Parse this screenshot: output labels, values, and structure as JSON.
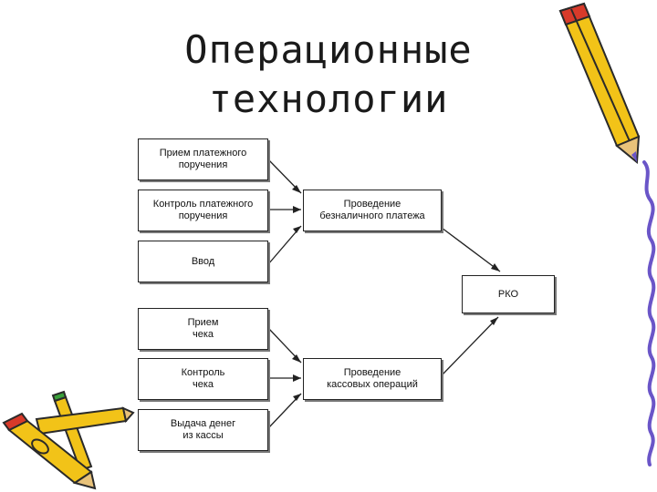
{
  "title": {
    "line1": "Операционные",
    "line2": "технологии"
  },
  "diagram": {
    "left_top": [
      "Прием платежного\nпоручения",
      "Контроль платежного\nпоручения",
      "Ввод"
    ],
    "left_bottom": [
      "Прием\nчека",
      "Контроль\nчека",
      "Выдача денег\nиз кассы"
    ],
    "mid_top": "Проведение\nбезналичного платежа",
    "mid_bottom": "Проведение\nкассовых операций",
    "right": "РКО"
  },
  "decor": {
    "pencil_body": "#f2c318",
    "pencil_outline": "#2a2a2a",
    "pencil_accent": "#d83a2a",
    "pencil_ribbon": "#6a55c8",
    "pencil_green": "#3aa03a"
  }
}
